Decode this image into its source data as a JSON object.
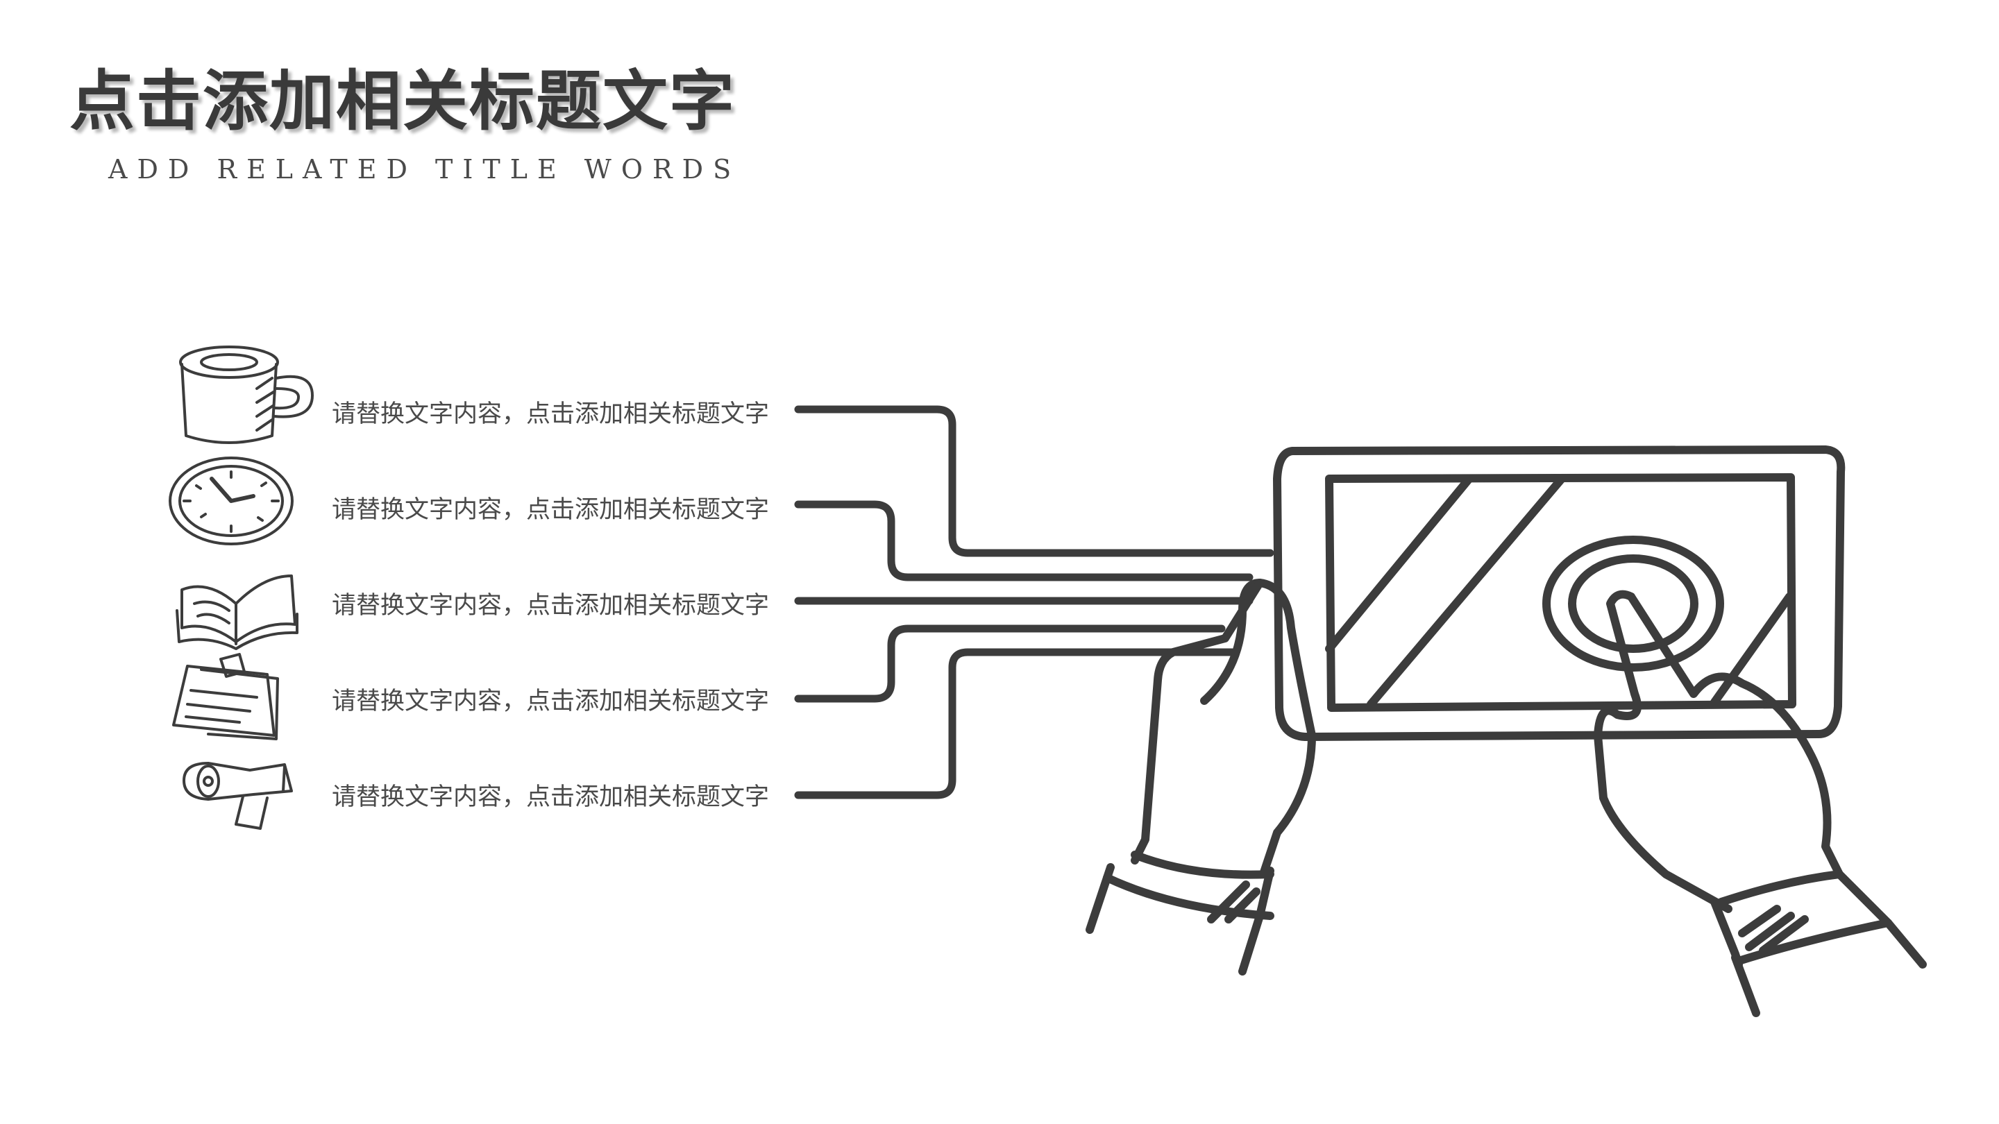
{
  "title": "点击添加相关标题文字",
  "subtitle": "ADD RELATED TITLE WORDS",
  "items": [
    {
      "icon": "coffee-cup-icon",
      "text": "请替换文字内容，点击添加相关标题文字"
    },
    {
      "icon": "clock-icon",
      "text": "请替换文字内容，点击添加相关标题文字"
    },
    {
      "icon": "open-book-icon",
      "text": "请替换文字内容，点击添加相关标题文字"
    },
    {
      "icon": "notes-icon",
      "text": "请替换文字内容，点击添加相关标题文字"
    },
    {
      "icon": "megaphone-icon",
      "text": "请替换文字内容，点击添加相关标题文字"
    }
  ],
  "illustration": "hands-holding-tablet",
  "colors": {
    "ink": "#3c3c3c",
    "background": "#ffffff"
  }
}
